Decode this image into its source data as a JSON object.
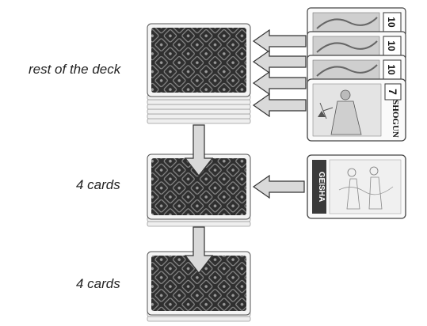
{
  "labels": {
    "deck_rest": "rest of the deck",
    "pile_middle": "4 cards",
    "pile_bottom": "4 cards"
  },
  "cards": {
    "numeral_top": "10",
    "numeral_front": "7",
    "name_front": "SHOGUN",
    "name_single": "GEISHA"
  },
  "colors": {
    "card_back": "#2f2f2f",
    "card_pattern": "#8a8a8a",
    "arrow_fill": "#d9d9d9",
    "arrow_stroke": "#333333",
    "stack_edge": "#e0e0e0"
  },
  "icons": [
    "arrow-left-icon",
    "arrow-down-icon"
  ]
}
